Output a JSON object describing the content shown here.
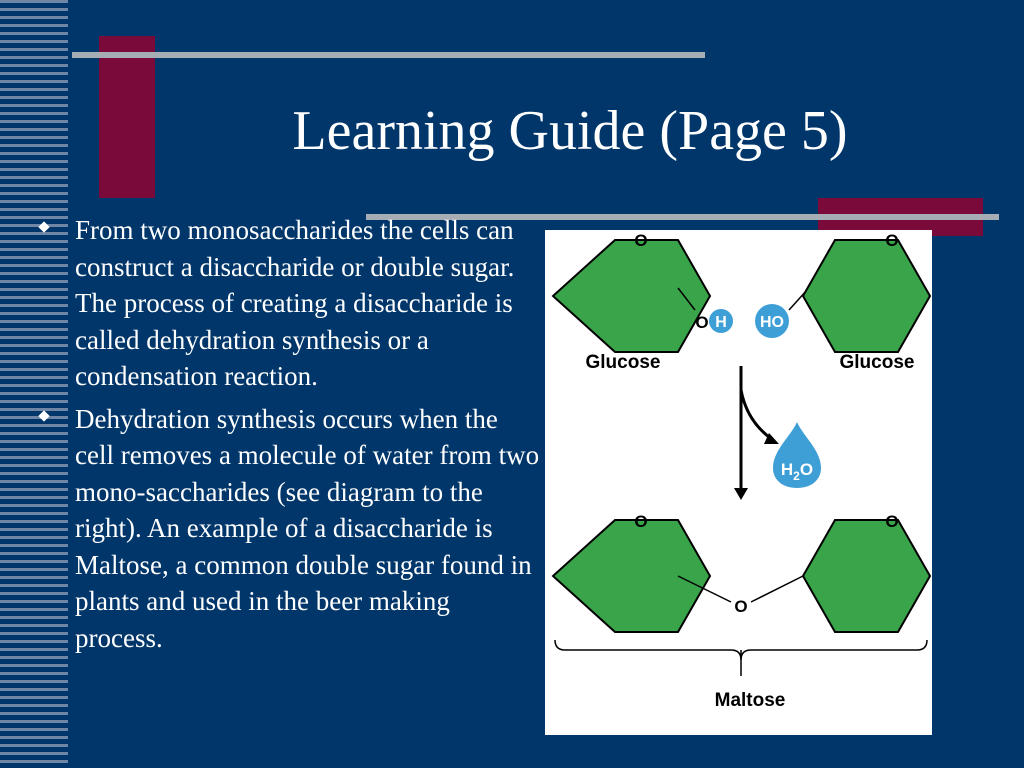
{
  "slide": {
    "title": "Learning Guide (Page 5)",
    "bullets": [
      "From two monosaccharides the cells can construct a disaccharide or double sugar.  The process of creating a disaccharide is called dehydration synthesis or a condensation reaction.",
      "Dehydration synthesis occurs when the cell removes a molecule of  water from two mono-saccharides (see diagram to the right).  An example of a disaccharide is Maltose, a common double sugar found in plants and used in the beer making process."
    ]
  },
  "diagram": {
    "top_left_label": "Glucose",
    "top_right_label": "Glucose",
    "bottom_label": "Maltose",
    "ring_oxygen": "O",
    "hydroxyl_left_o": "O",
    "hydroxyl_left_h": "H",
    "hydroxyl_right": "HO",
    "water_h": "H",
    "water_sub": "2",
    "water_o": "O",
    "bridge_oxygen": "O",
    "colors": {
      "ring_fill": "#3aa44a",
      "ring_stroke": "#000000",
      "drop_fill": "#3e9fd6",
      "background": "#ffffff"
    }
  },
  "theme": {
    "background": "#00366a",
    "accent": "#7a0a3a",
    "rule": "#a7adb5",
    "text": "#ffffff"
  }
}
